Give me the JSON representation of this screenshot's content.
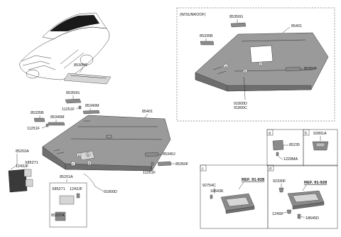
{
  "sunroof_box": {
    "header": "(W/SUNROOF)",
    "labels": {
      "p85350G": "85350G",
      "p85335B": "85335B",
      "p85401": "85401",
      "p85350F": "85350F",
      "p91800D": "91800D",
      "p91800C": "91800C"
    },
    "callout_a": "a",
    "callout_b": "b",
    "callout_d": "d"
  },
  "main": {
    "labels": {
      "p85305G": "85305G",
      "p85350G": "85350G",
      "p85340M_top": "85340M",
      "p11251F_top": "11251F",
      "p85335B": "85335B",
      "p85340M_left": "85340M",
      "p11251F_left": "11251F",
      "p85401": "85401",
      "p85202A": "85202A",
      "p1243JF_left": "1243JF",
      "p85271_left": "X85271",
      "p85201A": "85201A",
      "p85271_mid": "X85271",
      "p1243JF_mid": "1243JF",
      "p85237A": "85237A",
      "p85340J": "85340J",
      "p11251F_right": "11251F",
      "p85350F": "85350F",
      "p91800D": "91800D"
    },
    "callout_a": "a",
    "callout_b": "b",
    "callout_c": "c",
    "callout_d": "d"
  },
  "detail_a": {
    "letter": "a",
    "labels": {
      "p85235": "85235",
      "p1229MA": "1229MA"
    }
  },
  "detail_b": {
    "letter": "b",
    "labels": {
      "p92891A": "92891A"
    }
  },
  "detail_c": {
    "letter": "c",
    "ref": "REF. 91-928",
    "labels": {
      "p92754C": "92754C",
      "p18643K": "18643K"
    }
  },
  "detail_d": {
    "letter": "d",
    "ref": "REF. 91-928",
    "labels": {
      "p92330F": "92330F",
      "p12492": "12492",
      "p18645D": "18645D"
    }
  },
  "icons": [
    "car-icon",
    "headliner-icon",
    "sunvisor-icon",
    "grab-handle-icon",
    "map-lamp-icon",
    "screw-icon",
    "clip-icon",
    "bulb-icon"
  ]
}
